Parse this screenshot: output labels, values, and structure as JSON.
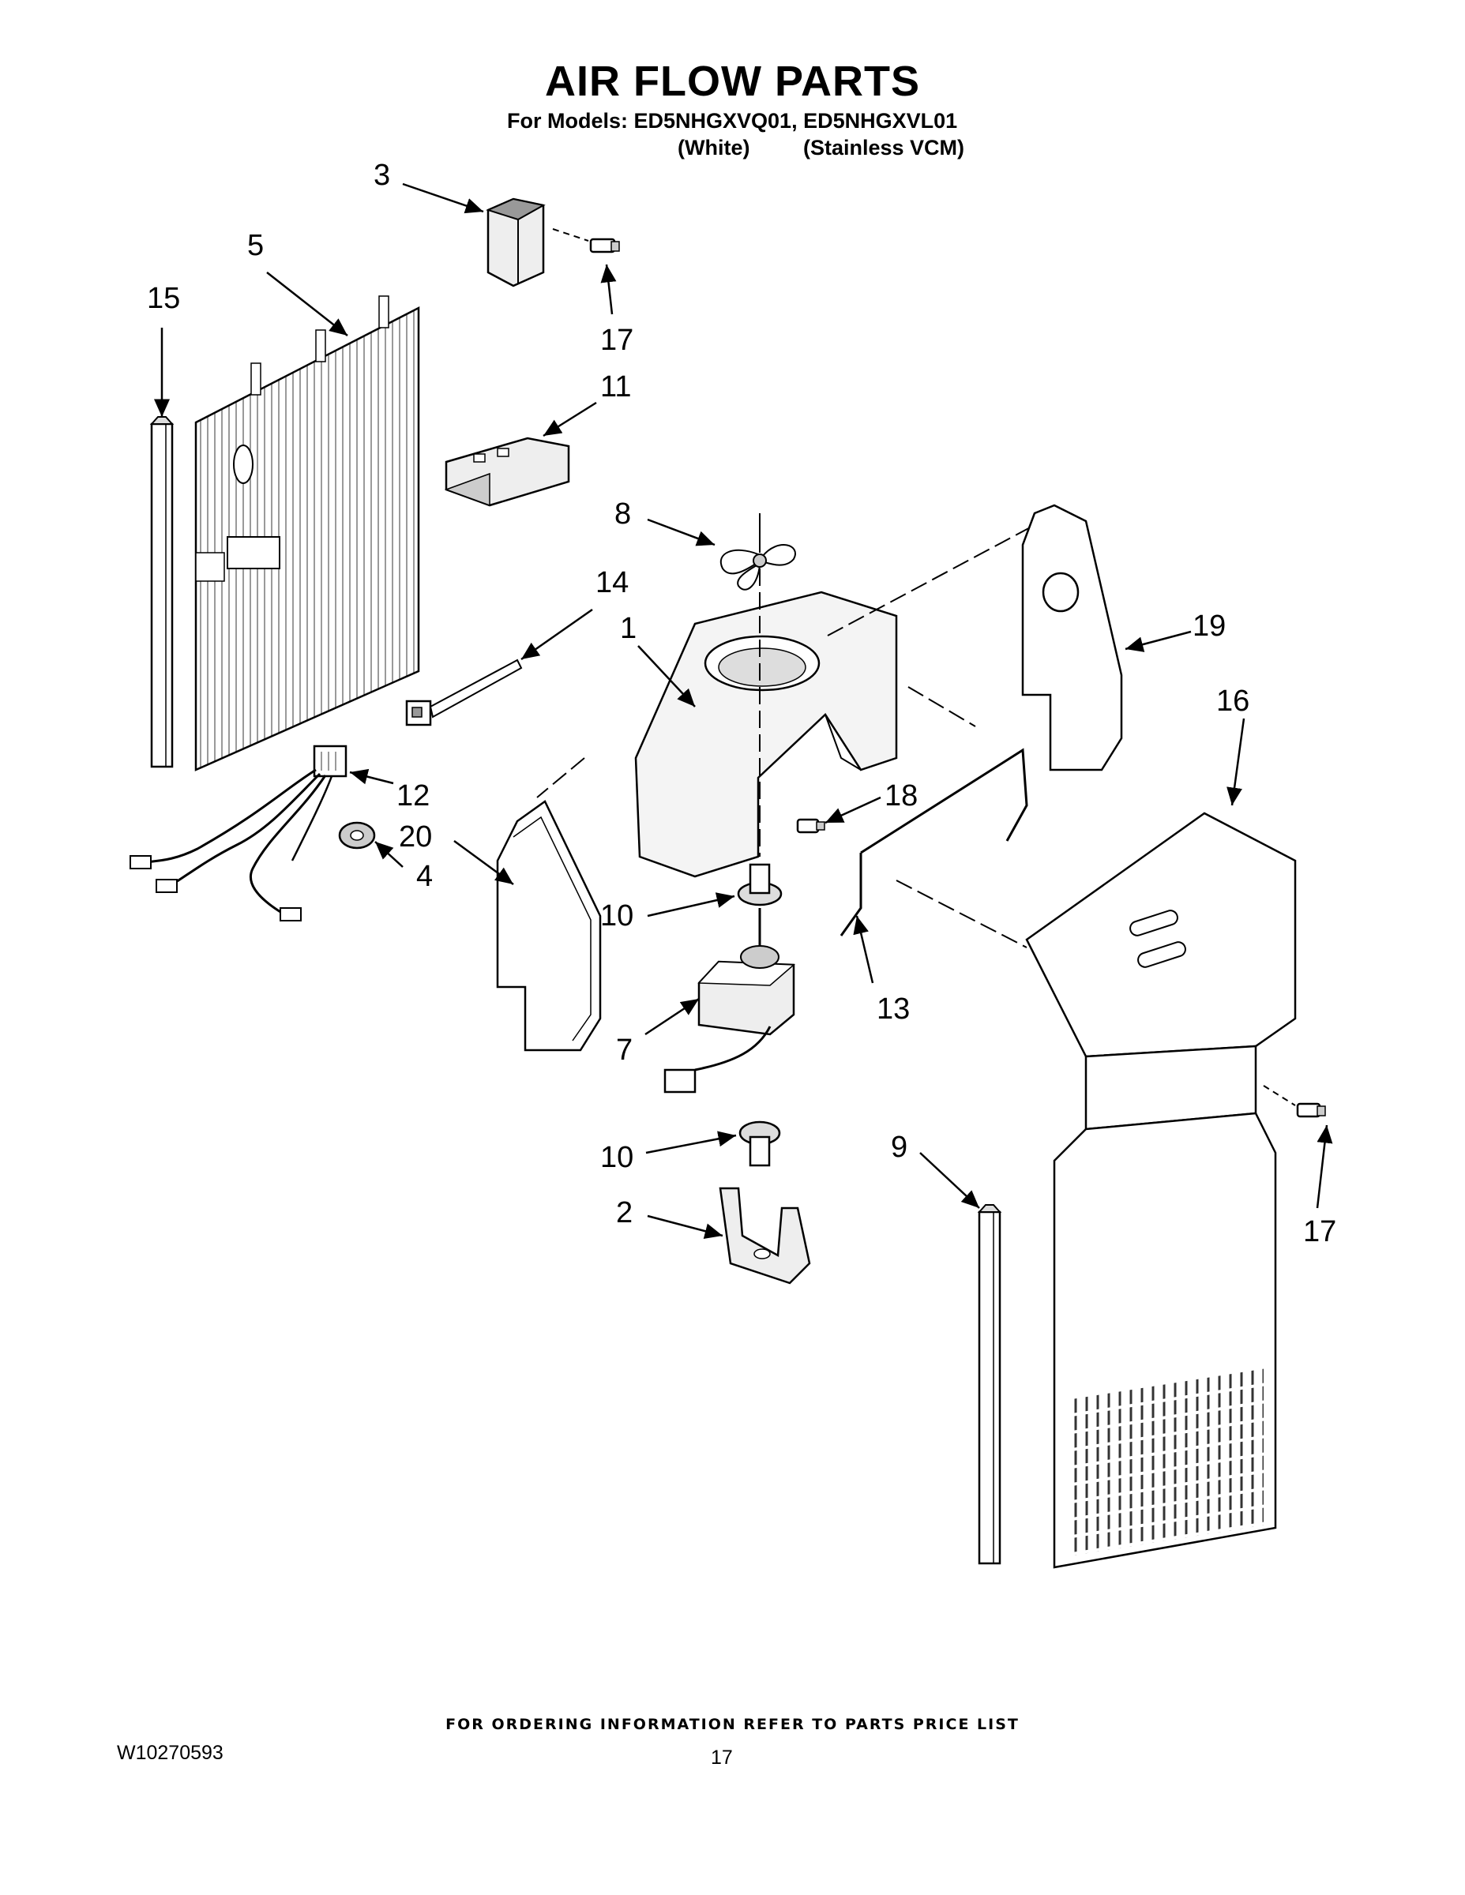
{
  "header": {
    "title": "AIR FLOW PARTS",
    "models_line": "For Models: ED5NHGXVQ01, ED5NHGXVL01",
    "variant_white": "(White)",
    "variant_stainless": "(Stainless VCM)"
  },
  "callouts": {
    "c1": "1",
    "c2": "2",
    "c3": "3",
    "c4": "4",
    "c5": "5",
    "c7": "7",
    "c8": "8",
    "c9": "9",
    "c10a": "10",
    "c10b": "10",
    "c11": "11",
    "c12": "12",
    "c13": "13",
    "c14": "14",
    "c15": "15",
    "c16": "16",
    "c17a": "17",
    "c17b": "17",
    "c18": "18",
    "c19": "19",
    "c20": "20"
  },
  "footer": {
    "note": "FOR ORDERING INFORMATION REFER TO PARTS PRICE LIST",
    "doc_number": "W10270593",
    "page_number": "17"
  }
}
